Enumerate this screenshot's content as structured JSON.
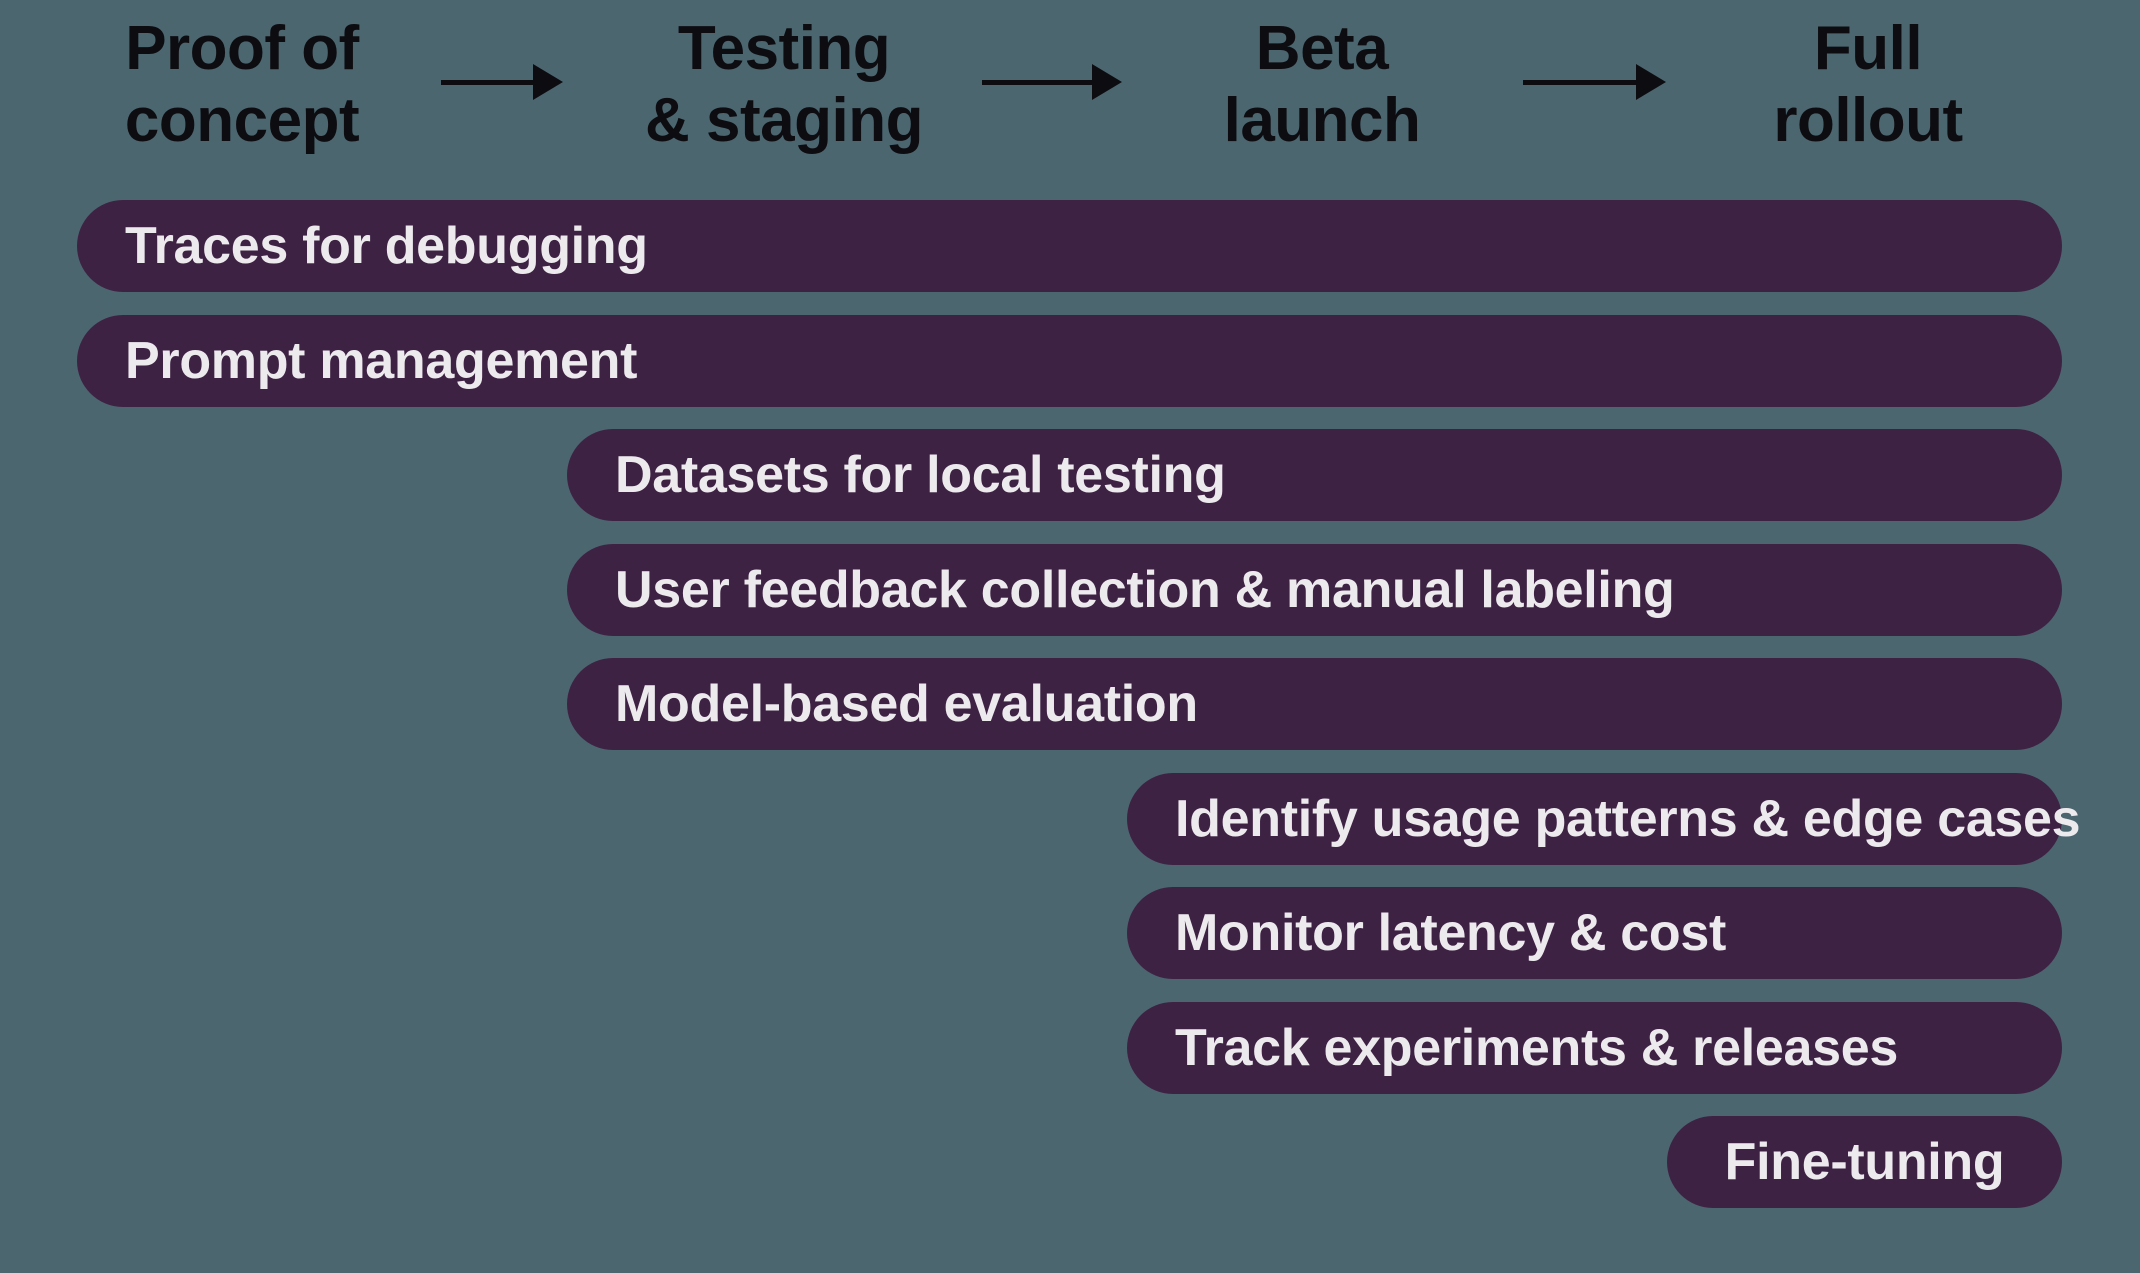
{
  "colors": {
    "background": "#4c6670",
    "bar_fill": "#3e2244",
    "bar_text": "#edeaee",
    "header_text": "#0d0d11"
  },
  "phases": [
    {
      "line1": "Proof of",
      "line2": "concept"
    },
    {
      "line1": "Testing",
      "line2": "& staging"
    },
    {
      "line1": "Beta",
      "line2": "launch"
    },
    {
      "line1": "Full",
      "line2": "rollout"
    }
  ],
  "arrow_count": 3,
  "bars": [
    {
      "label": "Traces for debugging",
      "starts_at_phase": 1,
      "label_align": "left"
    },
    {
      "label": "Prompt management",
      "starts_at_phase": 1,
      "label_align": "left"
    },
    {
      "label": "Datasets for local testing",
      "starts_at_phase": 2,
      "label_align": "left"
    },
    {
      "label": "User feedback collection & manual labeling",
      "starts_at_phase": 2,
      "label_align": "left"
    },
    {
      "label": "Model-based evaluation",
      "starts_at_phase": 2,
      "label_align": "left"
    },
    {
      "label": "Identify usage patterns & edge cases",
      "starts_at_phase": 3,
      "label_align": "left"
    },
    {
      "label": "Monitor latency & cost",
      "starts_at_phase": 3,
      "label_align": "left"
    },
    {
      "label": "Track experiments & releases",
      "starts_at_phase": 3,
      "label_align": "left"
    },
    {
      "label": "Fine-tuning",
      "starts_at_phase": 4,
      "label_align": "center"
    }
  ]
}
